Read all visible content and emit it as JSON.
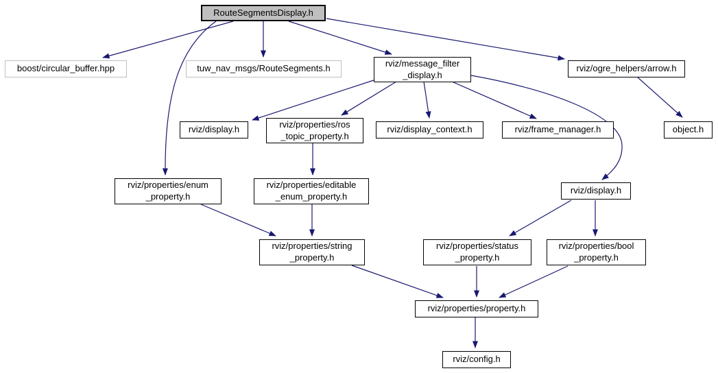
{
  "graph": {
    "type": "include-dependency-graph",
    "edge_color": "#191970",
    "root_fill_color": "#bfbfbf",
    "external_border_color": "#bfbfbf",
    "internal_border_color": "#000000",
    "nodes": [
      {
        "id": "root",
        "label": "RouteSegmentsDisplay.h",
        "kind": "root"
      },
      {
        "id": "boost",
        "label": "boost/circular_buffer.hpp",
        "kind": "external"
      },
      {
        "id": "tuw",
        "label": "tuw_nav_msgs/RouteSegments.h",
        "kind": "external"
      },
      {
        "id": "msgfilter",
        "label": "rviz/message_filter\n_display.h",
        "kind": "internal"
      },
      {
        "id": "arrow",
        "label": "rviz/ogre_helpers/arrow.h",
        "kind": "internal"
      },
      {
        "id": "display1",
        "label": "rviz/display.h",
        "kind": "internal"
      },
      {
        "id": "rostopic",
        "label": "rviz/properties/ros\n_topic_property.h",
        "kind": "internal"
      },
      {
        "id": "dispctx",
        "label": "rviz/display_context.h",
        "kind": "internal"
      },
      {
        "id": "framemgr",
        "label": "rviz/frame_manager.h",
        "kind": "internal"
      },
      {
        "id": "object",
        "label": "object.h",
        "kind": "internal"
      },
      {
        "id": "enumprop",
        "label": "rviz/properties/enum\n_property.h",
        "kind": "internal"
      },
      {
        "id": "editenum",
        "label": "rviz/properties/editable\n_enum_property.h",
        "kind": "internal"
      },
      {
        "id": "display2",
        "label": "rviz/display.h",
        "kind": "internal"
      },
      {
        "id": "stringprop",
        "label": "rviz/properties/string\n_property.h",
        "kind": "internal"
      },
      {
        "id": "statusprop",
        "label": "rviz/properties/status\n_property.h",
        "kind": "internal"
      },
      {
        "id": "boolprop",
        "label": "rviz/properties/bool\n_property.h",
        "kind": "internal"
      },
      {
        "id": "property",
        "label": "rviz/properties/property.h",
        "kind": "internal"
      },
      {
        "id": "config",
        "label": "rviz/config.h",
        "kind": "internal"
      }
    ],
    "edges": [
      {
        "from": "root",
        "to": "boost"
      },
      {
        "from": "root",
        "to": "tuw"
      },
      {
        "from": "root",
        "to": "msgfilter"
      },
      {
        "from": "root",
        "to": "arrow"
      },
      {
        "from": "root",
        "to": "enumprop"
      },
      {
        "from": "msgfilter",
        "to": "display1"
      },
      {
        "from": "msgfilter",
        "to": "rostopic"
      },
      {
        "from": "msgfilter",
        "to": "dispctx"
      },
      {
        "from": "msgfilter",
        "to": "framemgr"
      },
      {
        "from": "msgfilter",
        "to": "display2"
      },
      {
        "from": "arrow",
        "to": "object"
      },
      {
        "from": "rostopic",
        "to": "editenum"
      },
      {
        "from": "enumprop",
        "to": "stringprop"
      },
      {
        "from": "editenum",
        "to": "stringprop"
      },
      {
        "from": "display2",
        "to": "statusprop"
      },
      {
        "from": "display2",
        "to": "boolprop"
      },
      {
        "from": "stringprop",
        "to": "property"
      },
      {
        "from": "statusprop",
        "to": "property"
      },
      {
        "from": "boolprop",
        "to": "property"
      },
      {
        "from": "property",
        "to": "config"
      }
    ]
  }
}
